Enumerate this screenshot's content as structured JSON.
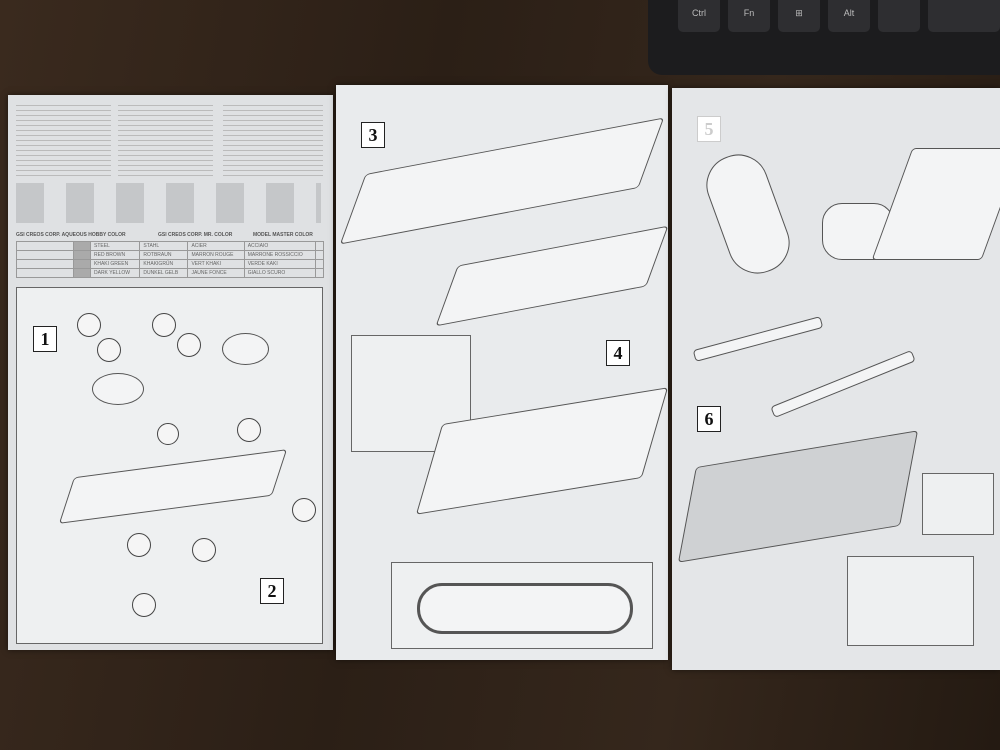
{
  "keyboard": {
    "keys": [
      "Ctrl",
      "Fn",
      "⊞",
      "Alt"
    ]
  },
  "colors": {
    "background": "#2e2118",
    "paper": "#e6e8ea"
  },
  "page1": {
    "paint_header": [
      "GSI CREOS CORP. AQUEOUS HOBBY COLOR",
      "GSI CREOS CORP. MR. COLOR",
      "MODEL MASTER COLOR"
    ],
    "paint_table": [
      [
        "STEEL",
        "STAHL",
        "ACIER",
        "ACCIAIO"
      ],
      [
        "RED BROWN",
        "ROTBRAUN",
        "MARRON ROUGE",
        "MARRONE ROSSICCIO"
      ],
      [
        "KHAKI GREEN",
        "KHAKIGRÜN",
        "VERT KHAKI",
        "VERDE KAKI"
      ],
      [
        "DARK YELLOW",
        "DUNKEL GELB",
        "JAUNE FONCE",
        "GIALLO SCURO"
      ]
    ],
    "steps": [
      "1",
      "2"
    ]
  },
  "page2": {
    "steps": [
      "3",
      "4"
    ]
  },
  "page3": {
    "steps": [
      "5",
      "6"
    ]
  }
}
